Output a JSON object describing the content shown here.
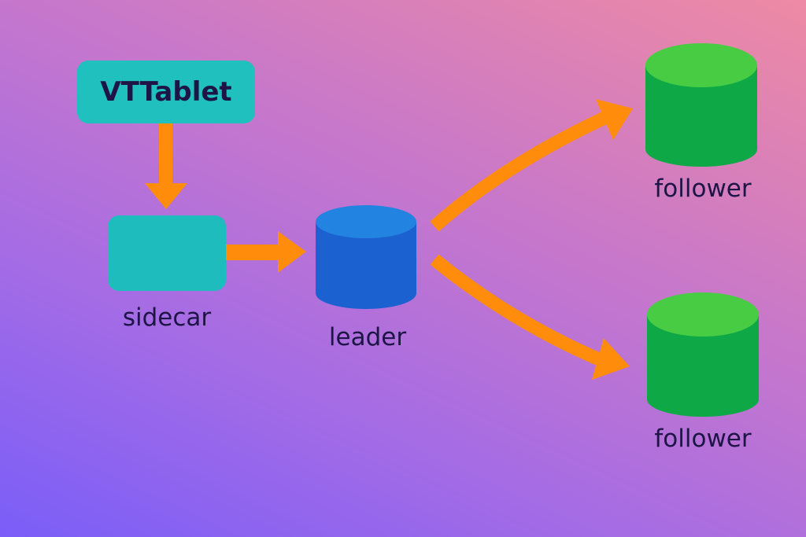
{
  "diagram": {
    "nodes": {
      "vttablet": {
        "label": "VTTablet",
        "shape": "rounded-rect",
        "color": "#1fc0bd"
      },
      "sidecar": {
        "label": "sidecar",
        "shape": "rounded-rect",
        "color": "#1fbcbd"
      },
      "leader": {
        "label": "leader",
        "shape": "cylinder",
        "color": "#1b62d0",
        "top_color": "#2383e0"
      },
      "follower_1": {
        "label": "follower",
        "shape": "cylinder",
        "color": "#0ea846",
        "top_color": "#48cc44"
      },
      "follower_2": {
        "label": "follower",
        "shape": "cylinder",
        "color": "#0ea846",
        "top_color": "#48cc44"
      }
    },
    "edges": [
      {
        "from": "VTTablet",
        "to": "sidecar"
      },
      {
        "from": "sidecar",
        "to": "leader"
      },
      {
        "from": "leader",
        "to": "follower"
      },
      {
        "from": "leader",
        "to": "follower"
      }
    ],
    "colors": {
      "arrow": "#ff8c0a",
      "text": "#1c1545",
      "background_start": "#7a5ef8",
      "background_end": "#ee8aa4"
    }
  }
}
